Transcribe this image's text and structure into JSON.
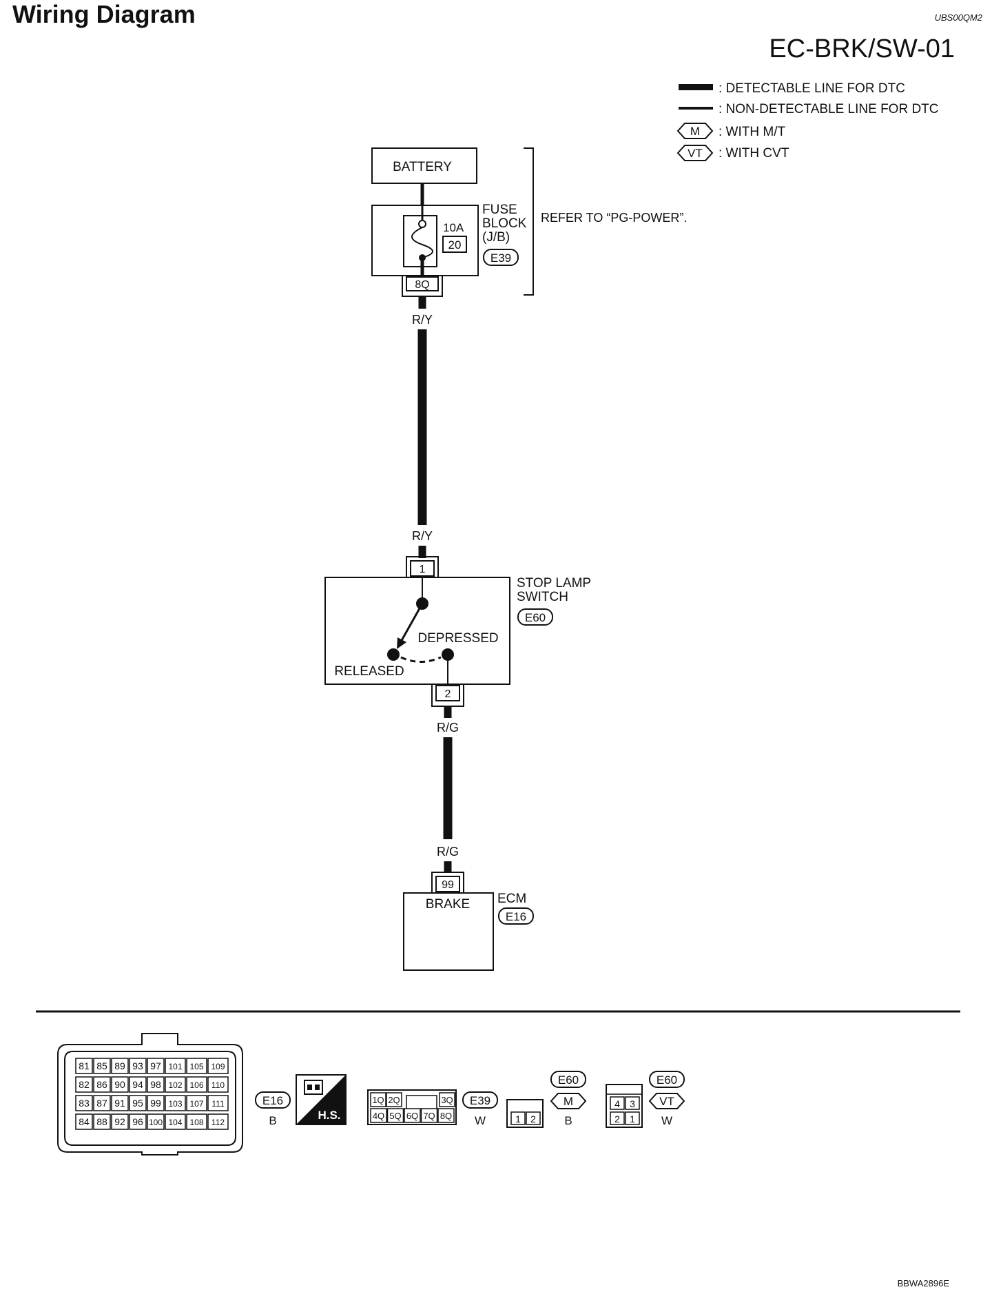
{
  "page": {
    "heading": "Wiring Diagram",
    "doc_code": "UBS00QM2",
    "diagram_code": "EC-BRK/SW-01",
    "image_code": "BBWA2896E"
  },
  "legend": {
    "detectable": ": DETECTABLE LINE FOR DTC",
    "non_detectable": ": NON-DETECTABLE LINE FOR DTC",
    "mt_symbol": "M",
    "mt_text": ": WITH M/T",
    "cvt_symbol": "VT",
    "cvt_text": ": WITH CVT"
  },
  "battery": {
    "label": "BATTERY"
  },
  "fuse_block": {
    "label_line1": "FUSE",
    "label_line2": "BLOCK",
    "label_line3": "(J/B)",
    "amperage": "10A",
    "fuse_number": "20",
    "connector": "E39",
    "terminal": "8Q",
    "refer": "REFER TO “PG-POWER”."
  },
  "wires": {
    "upper_top": "R/Y",
    "upper_bottom": "R/Y",
    "lower_top": "R/G",
    "lower_bottom": "R/G"
  },
  "stop_lamp_switch": {
    "label_line1": "STOP LAMP",
    "label_line2": "SWITCH",
    "connector": "E60",
    "terminal_in": "1",
    "terminal_out": "2",
    "state_depressed": "DEPRESSED",
    "state_released": "RELEASED"
  },
  "ecm": {
    "label": "ECM",
    "connector": "E16",
    "terminal": "99",
    "pin_name": "BRAKE"
  },
  "connector_views": {
    "e16": {
      "rows": [
        [
          "81",
          "85",
          "89",
          "93",
          "97",
          "101",
          "105",
          "109"
        ],
        [
          "82",
          "86",
          "90",
          "94",
          "98",
          "102",
          "106",
          "110"
        ],
        [
          "83",
          "87",
          "91",
          "95",
          "99",
          "103",
          "107",
          "111"
        ],
        [
          "84",
          "88",
          "92",
          "96",
          "100",
          "104",
          "108",
          "112"
        ]
      ],
      "id": "E16",
      "color": "B",
      "hs_label": "H.S."
    },
    "e39": {
      "row1": [
        "1Q",
        "2Q",
        "",
        "3Q"
      ],
      "row2": [
        "4Q",
        "5Q",
        "6Q",
        "7Q",
        "8Q"
      ],
      "id": "E39",
      "color": "W"
    },
    "e60_mt": {
      "pins": [
        "1",
        "2"
      ],
      "id": "E60",
      "symbol": "M",
      "color": "B"
    },
    "e60_cvt": {
      "row1": [
        "4",
        "3"
      ],
      "row2": [
        "2",
        "1"
      ],
      "id": "E60",
      "symbol": "VT",
      "color": "W"
    }
  }
}
